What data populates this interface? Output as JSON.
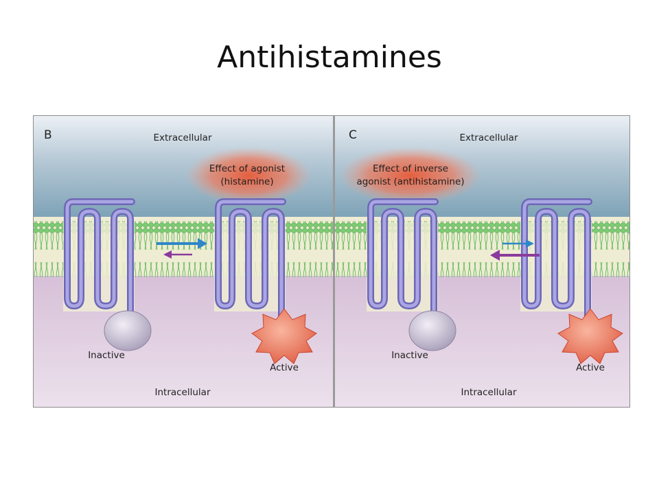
{
  "slide": {
    "title": "Antihistamines"
  },
  "panels": [
    {
      "letter": "B",
      "extracellular": "Extracellular",
      "intracellular": "Intracellular",
      "effect_line1": "Effect of agonist",
      "effect_line2": "(histamine)",
      "inactive_label": "Inactive",
      "active_label": "Active"
    },
    {
      "letter": "C",
      "extracellular": "Extracellular",
      "intracellular": "Intracellular",
      "effect_line1": "Effect of inverse",
      "effect_line2": "agonist (antihistamine)",
      "inactive_label": "Inactive",
      "active_label": "Active"
    }
  ],
  "colors": {
    "extracellular_top": "#e9eef4",
    "extracellular_bottom": "#87a9bc",
    "membrane": "#eeead2",
    "intracellular": "#dcc8dd",
    "lipid": "#74c46c",
    "receptor": "#9c98d8",
    "receptor_dark": "#6f69b8",
    "inactive_blob": "#bdb5c9",
    "active_star": "#e8745c",
    "glow": "#ea6a4c",
    "arrow_forward": "#2f86c8",
    "arrow_reverse": "#8a3b9c"
  }
}
